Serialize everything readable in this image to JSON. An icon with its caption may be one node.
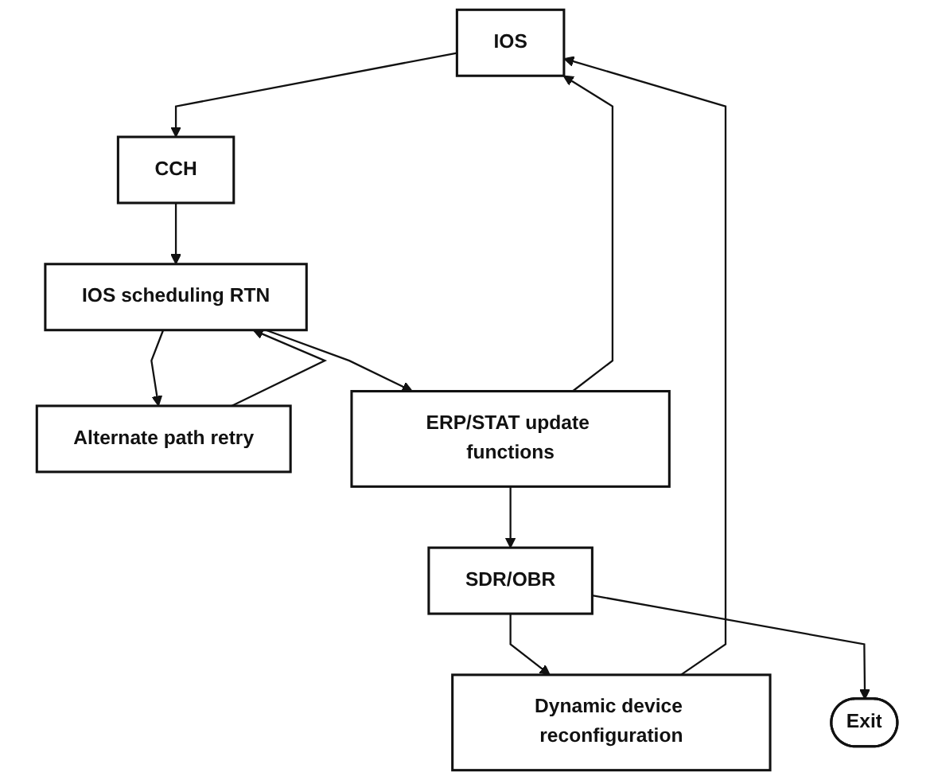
{
  "diagram": {
    "nodes": [
      {
        "text": [
          "IOS"
        ]
      },
      {
        "text": [
          "CCH"
        ]
      },
      {
        "text": [
          "IOS scheduling RTN"
        ]
      },
      {
        "text": [
          "Alternate path retry"
        ]
      },
      {
        "text": [
          "ERP/STAT update functions"
        ]
      },
      {
        "text": [
          "SDR/OBR"
        ]
      },
      {
        "text": [
          "Dynamic device reconfiguration"
        ]
      },
      {
        "text": [
          "Exit"
        ]
      }
    ],
    "edges": [
      {
        "from": 0,
        "to": 1,
        "arrow": "to"
      },
      {
        "from": 1,
        "to": 2,
        "arrow": "to"
      },
      {
        "from": 3,
        "to": 2,
        "arrow": "to"
      },
      {
        "from": 2,
        "to": 3,
        "arrow": "to"
      },
      {
        "from": 2,
        "to": 4,
        "arrow": "to"
      },
      {
        "from": 4,
        "to": 0,
        "arrow": "to"
      },
      {
        "from": 4,
        "to": 5,
        "arrow": "to"
      },
      {
        "from": 5,
        "to": 6,
        "arrow": "to"
      },
      {
        "from": 5,
        "to": 7,
        "arrow": "to"
      },
      {
        "from": 6,
        "to": 0,
        "arrow": "to"
      }
    ]
  }
}
